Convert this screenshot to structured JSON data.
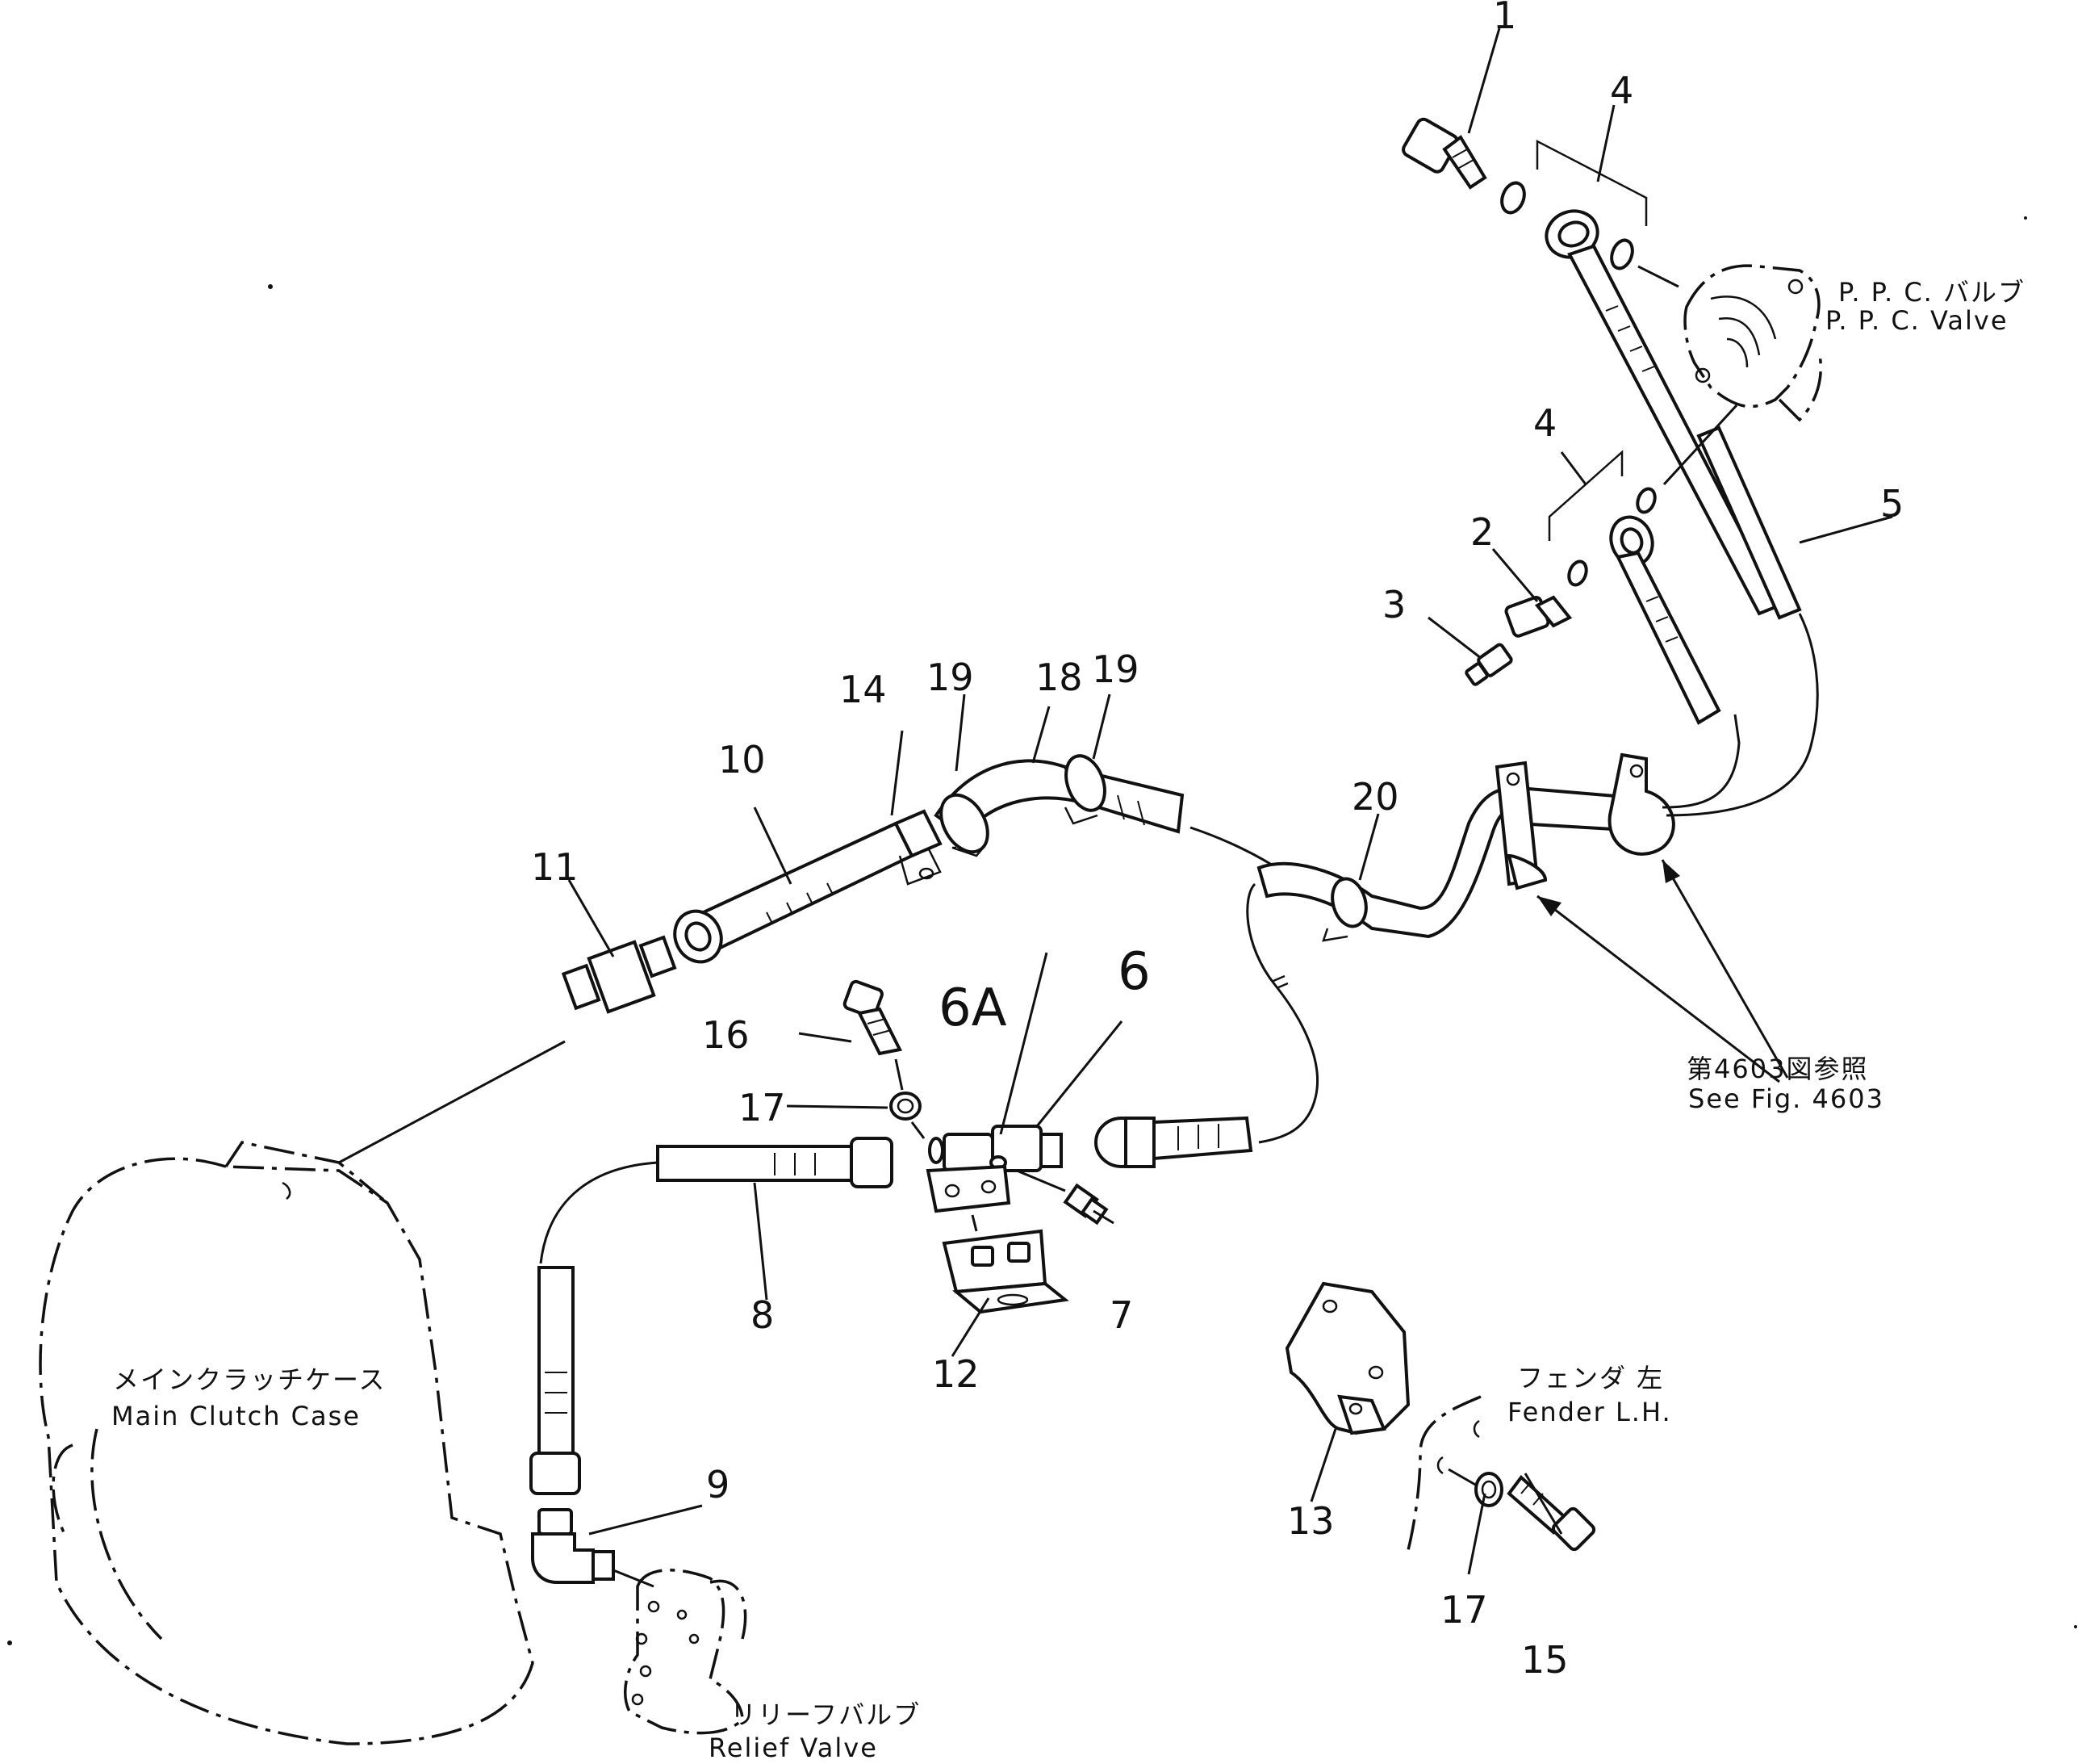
{
  "callouts": {
    "n1": "1",
    "n2": "2",
    "n3": "3",
    "n4a": "4",
    "n4b": "4",
    "n5": "5",
    "n6": "6",
    "n6a": "6A",
    "n7": "7",
    "n8": "8",
    "n9": "9",
    "n10": "10",
    "n11": "11",
    "n12": "12",
    "n13": "13",
    "n14": "14",
    "n15": "15",
    "n16": "16",
    "n17a": "17",
    "n17b": "17",
    "n18": "18",
    "n19a": "19",
    "n19b": "19",
    "n20": "20"
  },
  "labels": {
    "ppc_jp": "P. P. C. バルブ",
    "ppc_en": "P. P. C. Valve",
    "ref_jp": "第4603図参照",
    "ref_en": "See Fig. 4603",
    "clutch_jp": "メインクラッチケース",
    "clutch_en": "Main Clutch Case",
    "fender_jp": "フェンダ 左",
    "fender_en": "Fender L.H.",
    "relief_jp": "リリーフバルブ",
    "relief_en": "Relief Valve"
  }
}
